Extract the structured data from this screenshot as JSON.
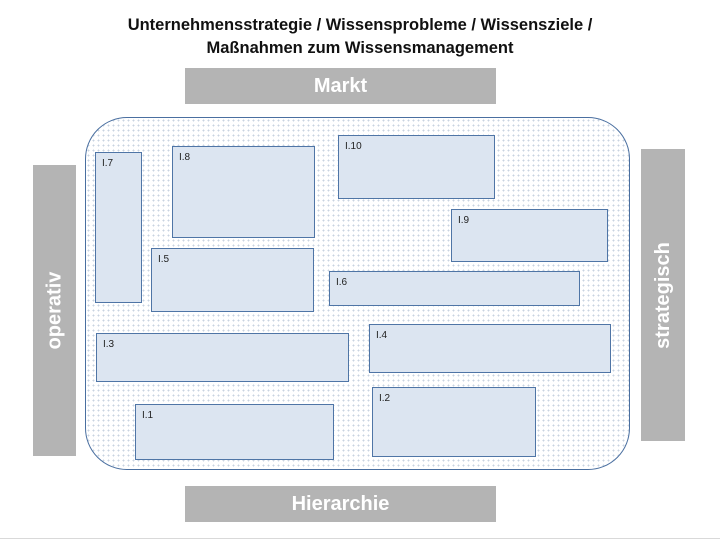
{
  "title": {
    "line1": "Unternehmensstrategie / Wissensprobleme / Wissensziele /",
    "line2": "Maßnahmen zum Wissensmanagement"
  },
  "axes": {
    "top": "Markt",
    "bottom": "Hierarchie",
    "left": "operativ",
    "right": "strategisch"
  },
  "boxes": {
    "i1": "I.1",
    "i2": "I.2",
    "i3": "I.3",
    "i4": "I.4",
    "i5": "I.5",
    "i6": "I.6",
    "i7": "I.7",
    "i8": "I.8",
    "i9": "I.9",
    "i10": "I.10"
  },
  "colors": {
    "axis_bar": "#b4b4b4",
    "box_fill": "#dce5f1",
    "box_border": "#4f75a6",
    "area_border": "#4a6fa0"
  }
}
